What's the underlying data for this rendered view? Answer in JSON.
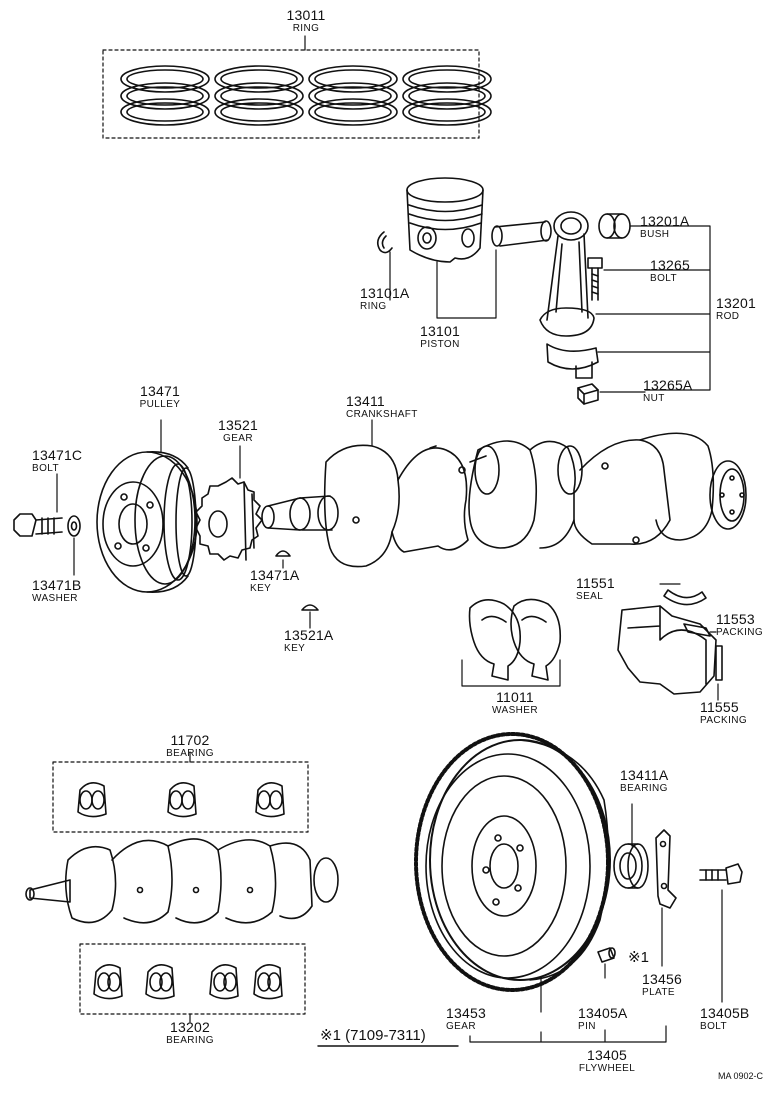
{
  "parts": [
    {
      "id": "p13011",
      "number": "13011",
      "name": "RING"
    },
    {
      "id": "p13201a",
      "number": "13201A",
      "name": "BUSH"
    },
    {
      "id": "p13265",
      "number": "13265",
      "name": "BOLT"
    },
    {
      "id": "p13101a",
      "number": "13101A",
      "name": "RING"
    },
    {
      "id": "p13201",
      "number": "13201",
      "name": "ROD"
    },
    {
      "id": "p13101",
      "number": "13101",
      "name": "PISTON"
    },
    {
      "id": "p13265a",
      "number": "13265A",
      "name": "NUT"
    },
    {
      "id": "p13471",
      "number": "13471",
      "name": "PULLEY"
    },
    {
      "id": "p13411",
      "number": "13411",
      "name": "CRANKSHAFT"
    },
    {
      "id": "p13521",
      "number": "13521",
      "name": "GEAR"
    },
    {
      "id": "p13471c",
      "number": "13471C",
      "name": "BOLT"
    },
    {
      "id": "p13471a",
      "number": "13471A",
      "name": "KEY"
    },
    {
      "id": "p11551",
      "number": "11551",
      "name": "SEAL"
    },
    {
      "id": "p11553",
      "number": "11553",
      "name": "PACKING"
    },
    {
      "id": "p13471b",
      "number": "13471B",
      "name": "WASHER"
    },
    {
      "id": "p13521a",
      "number": "13521A",
      "name": "KEY"
    },
    {
      "id": "p11011",
      "number": "11011",
      "name": "WASHER"
    },
    {
      "id": "p11555",
      "number": "11555",
      "name": "PACKING"
    },
    {
      "id": "p11702",
      "number": "11702",
      "name": "BEARING"
    },
    {
      "id": "p13411a",
      "number": "13411A",
      "name": "BEARING"
    },
    {
      "id": "p13456",
      "number": "13456",
      "name": "PLATE"
    },
    {
      "id": "p13202",
      "number": "13202",
      "name": "BEARING"
    },
    {
      "id": "p13453",
      "number": "13453",
      "name": "GEAR"
    },
    {
      "id": "p13405a",
      "number": "13405A",
      "name": "PIN"
    },
    {
      "id": "p13405b",
      "number": "13405B",
      "name": "BOLT"
    },
    {
      "id": "p13405",
      "number": "13405",
      "name": "FLYWHEEL"
    }
  ],
  "marker_plate": "※1",
  "footnote": "※1 (7109-7311)",
  "drawing_code": "MA 0902-C"
}
